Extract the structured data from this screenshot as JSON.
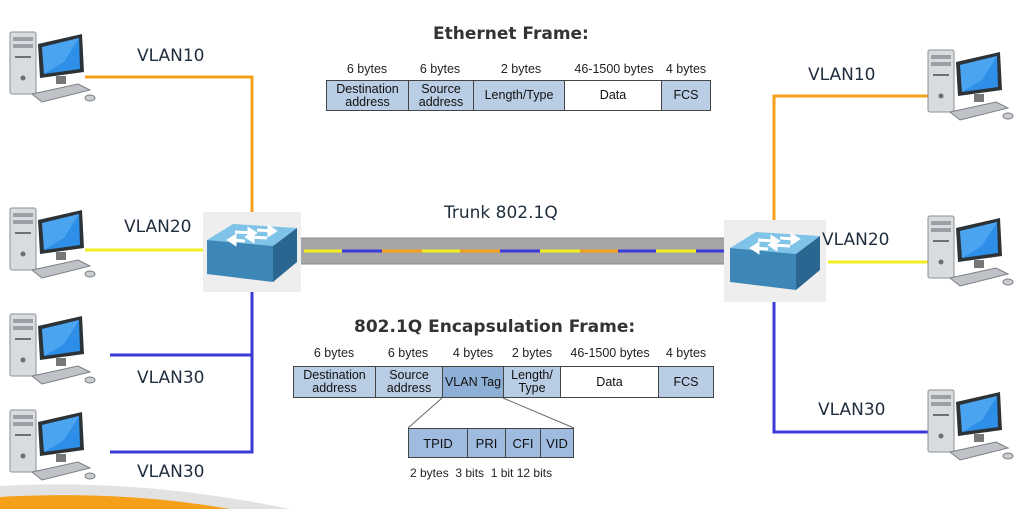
{
  "vlans": {
    "left_top": "VLAN10",
    "left_mid": "VLAN20",
    "left_low1": "VLAN30",
    "left_low2": "VLAN30",
    "right_top": "VLAN10",
    "right_mid": "VLAN20",
    "right_low": "VLAN30"
  },
  "trunk_label": "Trunk 802.1Q",
  "colors": {
    "vlan10": "#f5a01a",
    "vlan20": "#f2ee1e",
    "vlan30": "#3a3ad6",
    "trunk": "#a6a6a6"
  },
  "ethernet_frame": {
    "title": "Ethernet Frame:",
    "sizes": [
      "6 bytes",
      "6 bytes",
      "2 bytes",
      "46-1500 bytes",
      "4 bytes"
    ],
    "fields": [
      "Destination address",
      "Source address",
      "Length/Type",
      "Data",
      "FCS"
    ]
  },
  "dot1q_frame": {
    "title": "802.1Q Encapsulation Frame:",
    "sizes": [
      "6 bytes",
      "6 bytes",
      "4 bytes",
      "2 bytes",
      "46-1500 bytes",
      "4 bytes"
    ],
    "fields": [
      "Destination address",
      "Source address",
      "VLAN Tag",
      "Length/ Type",
      "Data",
      "FCS"
    ],
    "tag_fields": [
      "TPID",
      "PRI",
      "CFI",
      "VID"
    ],
    "tag_sizes": "2 bytes  3 bits  1 bit 12 bits"
  }
}
